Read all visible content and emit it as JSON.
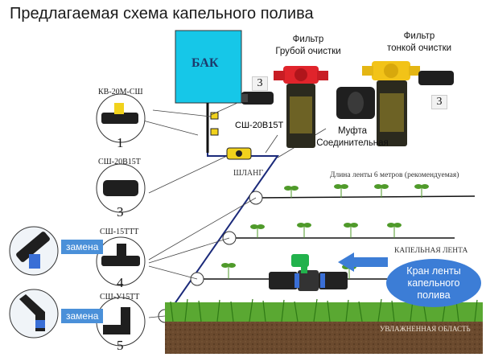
{
  "title": "Предлагаемая схема капельного полива",
  "tank": {
    "label": "БАК",
    "color": "#16c7e8"
  },
  "filters": {
    "coarse": {
      "line1": "Фильтр",
      "line2": "Грубой очистки"
    },
    "fine": {
      "line1": "Фильтр",
      "line2": "тонкой очистки"
    }
  },
  "coupling": {
    "line1": "Муфта",
    "line2": "Соединительная"
  },
  "adapter_label": "СШ-20В15Т",
  "badge_number": "3",
  "parts": [
    {
      "code": "КВ-20М-СШ",
      "number": "1"
    },
    {
      "code": "СШ-20В15Т",
      "number": "3"
    },
    {
      "code": "СШ-15ТТТ",
      "number": "4"
    },
    {
      "code": "СШ-У15ТТ",
      "number": "5"
    }
  ],
  "replace_label": "замена",
  "hose_label": "ШЛАНГ",
  "tape_length_label": "Длина ленты 6 метров (рекомендуемая)",
  "drip_tape_label": "КАПЕЛЬНАЯ ЛЕНТА",
  "valve_callout": {
    "line1": "Кран ленты",
    "line2": "капельного",
    "line3": "полива"
  },
  "soil_label": "УВЛАЖНЕННАЯ ОБЛАСТЬ",
  "colors": {
    "accent": "#3c7dd6",
    "tank": "#16c7e8",
    "filter_red": "#e0242b",
    "filter_yellow": "#f2c318",
    "grass": "#4f9a2a",
    "soil": "#6b4a2e"
  }
}
